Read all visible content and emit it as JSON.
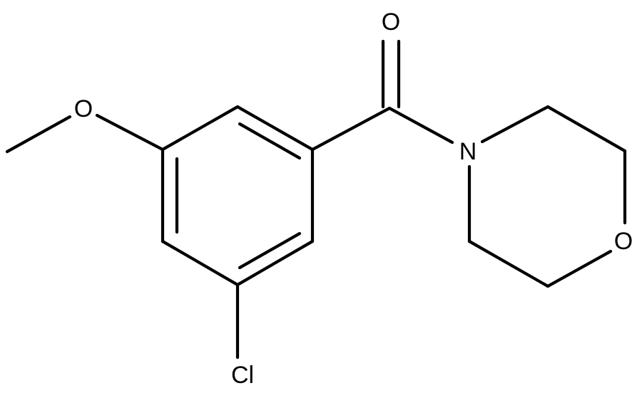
{
  "molecule": {
    "atom_labels": {
      "carbonyl_oxygen": "O",
      "methoxy_oxygen": "O",
      "nitrogen": "N",
      "ring_oxygen": "O",
      "chlorine": "Cl"
    },
    "colors": {
      "bond": "#000000",
      "label": "#000000",
      "background": "#ffffff"
    }
  }
}
